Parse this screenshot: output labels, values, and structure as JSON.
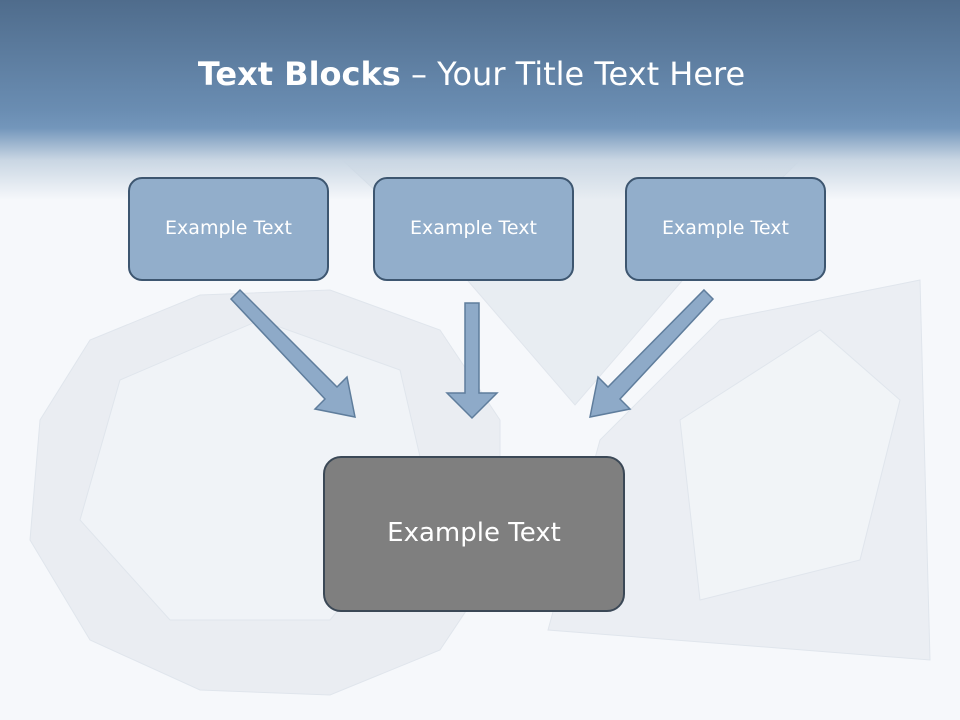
{
  "title": {
    "bold": "Text Blocks",
    "rest": " – Your Title Text Here"
  },
  "boxes": [
    "Example Text",
    "Example Text",
    "Example Text"
  ],
  "center_box": "Example Text",
  "colors": {
    "box_fill": "#92aecb",
    "box_border": "#3d5670",
    "center_fill": "#7f7f7f",
    "header": "#6a8db2"
  }
}
